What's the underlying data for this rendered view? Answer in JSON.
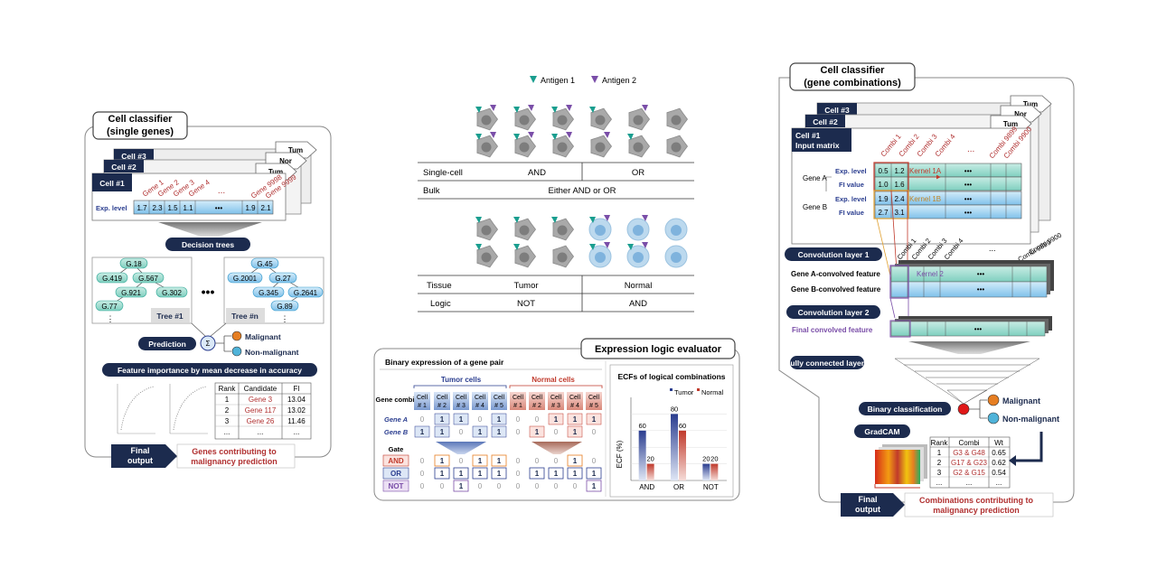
{
  "left_panel": {
    "title_line1": "Cell classifier",
    "title_line2": "(single genes)",
    "cells": [
      "Cell #3",
      "Cell #2",
      "Cell #1"
    ],
    "tags": [
      "Tum",
      "Nor",
      "Tum"
    ],
    "gene_headers": [
      "Gene 1",
      "Gene 2",
      "Gene 3",
      "Gene 4",
      "...",
      "Gene 9998",
      "Gene 9999"
    ],
    "row_label": "Exp. level",
    "exp_values": [
      "1.7",
      "2.3",
      "1.5",
      "1.1",
      "•••",
      "1.9",
      "2.1"
    ],
    "decision_trees_label": "Decision trees",
    "tree1": {
      "nodes": [
        "G.18",
        "G.419",
        "G.567",
        "G.921",
        "G.302",
        "G.77",
        "⋮"
      ],
      "label": "Tree #1"
    },
    "dots": "•••",
    "tree_n": {
      "nodes": [
        "G.45",
        "G.2001",
        "G.27",
        "G.345",
        "G.2641",
        "G.89",
        "⋮"
      ],
      "label": "Tree #n"
    },
    "prediction_label": "Prediction",
    "sigma": "Σ",
    "out_malignant": "Malignant",
    "out_nonmalignant": "Non-malignant",
    "feature_importance_label": "Feature importance by mean decrease in accuracy",
    "table_headers": [
      "Rank",
      "Candidate",
      "FI"
    ],
    "table_rows": [
      [
        "1",
        "Gene 3",
        "13.04"
      ],
      [
        "2",
        "Gene 117",
        "13.02"
      ],
      [
        "3",
        "Gene 26",
        "11.46"
      ],
      [
        "...",
        "...",
        "..."
      ]
    ],
    "final_output": "Final output",
    "final_line1": "Genes contributing to",
    "final_line2": "malignancy prediction"
  },
  "center_top": {
    "legend_antigen1": "Antigen 1",
    "legend_antigen2": "Antigen 2",
    "row_single_cell": "Single-cell",
    "row_bulk": "Bulk",
    "and": "AND",
    "or": "OR",
    "either": "Either AND or OR",
    "row_tissue": "Tissue",
    "row_logic": "Logic",
    "tumor": "Tumor",
    "normal": "Normal",
    "not": "NOT",
    "and2": "AND"
  },
  "center_bottom": {
    "title": "Expression logic evaluator",
    "sub_title": "Binary expression of a gene pair",
    "tumor_cells": "Tumor cells",
    "normal_cells": "Normal cells",
    "gene_combi": "Gene combi.",
    "tumor_cols": [
      "Cell # 1",
      "Cell # 2",
      "Cell # 3",
      "Cell # 4",
      "Cell # 5"
    ],
    "normal_cols": [
      "Cell # 1",
      "Cell # 2",
      "Cell # 3",
      "Cell # 4",
      "Cell # 5"
    ],
    "gene_a": "Gene A",
    "gene_b": "Gene B",
    "gene_a_vals": [
      "0",
      "1",
      "1",
      "0",
      "1",
      "0",
      "0",
      "1",
      "1",
      "1"
    ],
    "gene_b_vals": [
      "1",
      "1",
      "0",
      "1",
      "1",
      "0",
      "1",
      "0",
      "1",
      "0"
    ],
    "gate_label": "Gate",
    "gates": [
      "AND",
      "OR",
      "NOT"
    ],
    "and_vals": [
      "0",
      "1",
      "0",
      "1",
      "1",
      "0",
      "0",
      "0",
      "1",
      "0"
    ],
    "or_vals": [
      "0",
      "1",
      "1",
      "1",
      "1",
      "0",
      "1",
      "1",
      "1",
      "1"
    ],
    "not_vals": [
      "0",
      "0",
      "1",
      "0",
      "0",
      "0",
      "0",
      "0",
      "0",
      "1"
    ],
    "ecf_title": "ECFs of logical combinations",
    "legend_tumor": "Tumor",
    "legend_normal": "Normal"
  },
  "chart_data": {
    "type": "bar",
    "title": "ECFs of logical combinations",
    "ylabel": "ECF (%)",
    "categories": [
      "AND",
      "OR",
      "NOT"
    ],
    "series": [
      {
        "name": "Tumor",
        "values": [
          60,
          80,
          20
        ],
        "color": "#2a3d8f"
      },
      {
        "name": "Normal",
        "values": [
          20,
          60,
          20
        ],
        "color": "#c0392b"
      }
    ],
    "ylim": [
      0,
      100
    ],
    "value_labels": [
      "60",
      "20",
      "80",
      "60",
      "20",
      "20"
    ]
  },
  "right_panel": {
    "title_line1": "Cell classifier",
    "title_line2": "(gene combinations)",
    "cells": [
      "Cell #3",
      "Cell #2"
    ],
    "tags": [
      "Tum",
      "Nor",
      "Tum"
    ],
    "cell1_line1": "Cell #1",
    "cell1_line2": "Input matrix",
    "combi_headers": [
      "Combi 1",
      "Combi 2",
      "Combi 3",
      "Combi 4",
      "...",
      "Combi 9899",
      "Combi 9900"
    ],
    "gene_a": "Gene A",
    "gene_b": "Gene B",
    "exp_level": "Exp. level",
    "fi_value": "FI value",
    "a_exp": [
      "0.5",
      "1.2"
    ],
    "a_fi": [
      "1.0",
      "1.6"
    ],
    "b_exp": [
      "1.9",
      "2.4"
    ],
    "b_fi": [
      "2.7",
      "3.1"
    ],
    "kernel1a": "Kernel 1A",
    "kernel1b": "Kernel 1B",
    "dots": "•••",
    "conv1_label": "Convolution layer 1",
    "conv1_headers": [
      "Combi 1",
      "Combi 2",
      "Combi 3",
      "Combi 4",
      "...",
      "Combi 9899",
      "Combi 9900"
    ],
    "gene_a_feature": "Gene A-convolved feature",
    "gene_b_feature": "Gene B-convolved feature",
    "kernel2": "Kernel 2",
    "conv2_label": "Convolution layer 2",
    "final_feature": "Final convolved feature",
    "fc_label": "Fully connected layers",
    "binary_label": "Binary classification",
    "out_malignant": "Malignant",
    "out_nonmalignant": "Non-malignant",
    "gradcam": "GradCAM",
    "table_headers": [
      "Rank",
      "Combi",
      "Wt"
    ],
    "table_rows": [
      [
        "1",
        "G3 & G48",
        "0.65"
      ],
      [
        "2",
        "G17 & G23",
        "0.62"
      ],
      [
        "3",
        "G2 & G15",
        "0.54"
      ],
      [
        "...",
        "...",
        "..."
      ]
    ],
    "final_output": "Final output",
    "final_line1": "Combinations contributing to",
    "final_line2": "malignancy prediction"
  }
}
